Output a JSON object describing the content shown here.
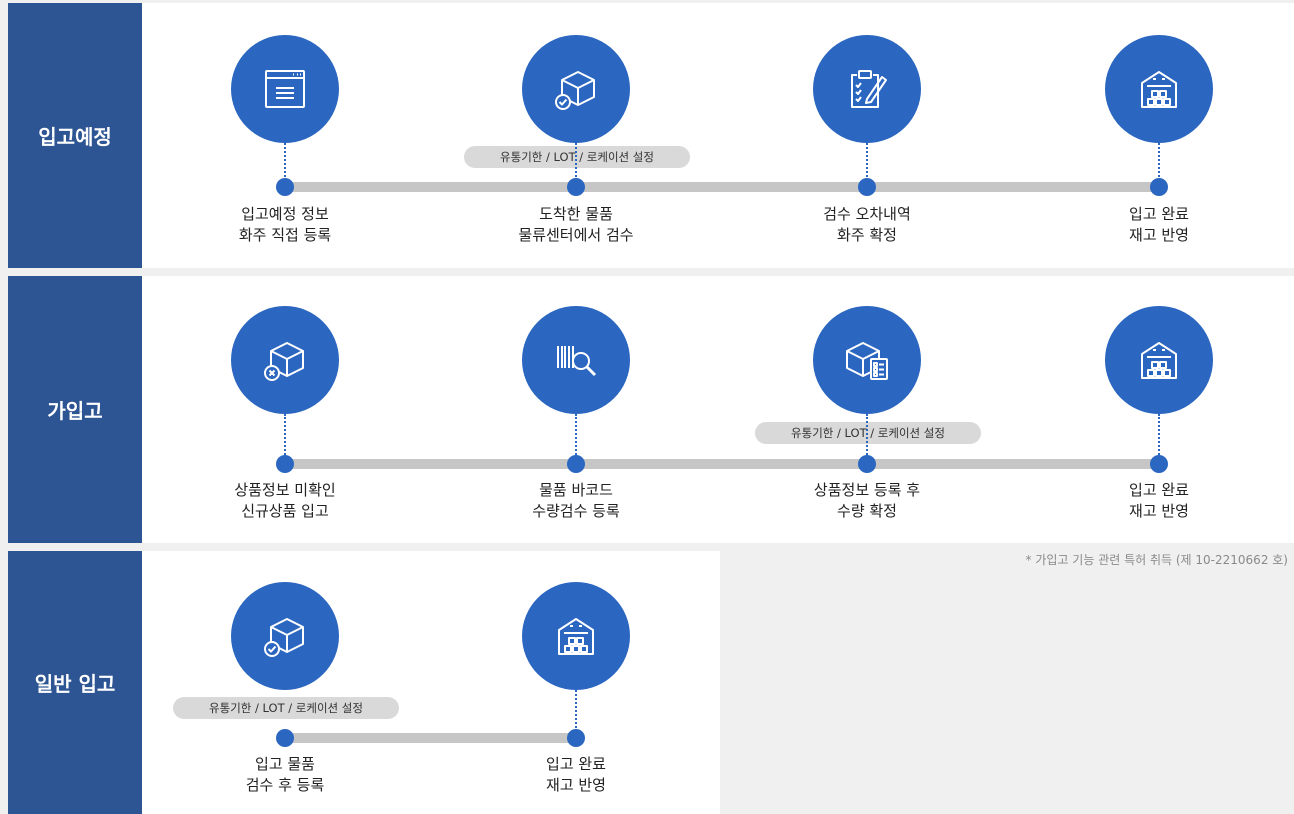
{
  "rows": [
    {
      "label": "입고예정",
      "pill": "유통기한 / LOT / 로케이션 설정",
      "steps": [
        {
          "icon": "document-window-icon",
          "lines": [
            "입고예정 정보",
            "화주 직접 등록"
          ]
        },
        {
          "icon": "box-check-icon",
          "lines": [
            "도착한 물품",
            "물류센터에서 검수"
          ]
        },
        {
          "icon": "clipboard-pen-icon",
          "lines": [
            "검수 오차내역",
            "화주 확정"
          ]
        },
        {
          "icon": "warehouse-icon",
          "lines": [
            "입고 완료",
            "재고 반영"
          ]
        }
      ]
    },
    {
      "label": "가입고",
      "pill": "유통기한 / LOT / 로케이션 설정",
      "steps": [
        {
          "icon": "box-x-icon",
          "lines": [
            "상품정보 미확인",
            "신규상품 입고"
          ]
        },
        {
          "icon": "barcode-search-icon",
          "lines": [
            "물품 바코드",
            "수량검수 등록"
          ]
        },
        {
          "icon": "box-checklist-icon",
          "lines": [
            "상품정보 등록 후",
            "수량 확정"
          ]
        },
        {
          "icon": "warehouse-icon",
          "lines": [
            "입고 완료",
            "재고 반영"
          ]
        }
      ]
    },
    {
      "label": "일반 입고",
      "pill": "유통기한 / LOT / 로케이션 설정",
      "steps": [
        {
          "icon": "box-check-icon",
          "lines": [
            "입고 물품",
            "검수 후 등록"
          ]
        },
        {
          "icon": "warehouse-icon",
          "lines": [
            "입고 완료",
            "재고 반영"
          ]
        }
      ]
    }
  ],
  "footnote": "* 가입고 기능 관련 특허 취득 (제 10-2210662 호)",
  "colors": {
    "label_bg": "#2d5593",
    "circle": "#2b66c0",
    "track": "#c6c6c6",
    "pill": "#d9d9d9"
  }
}
